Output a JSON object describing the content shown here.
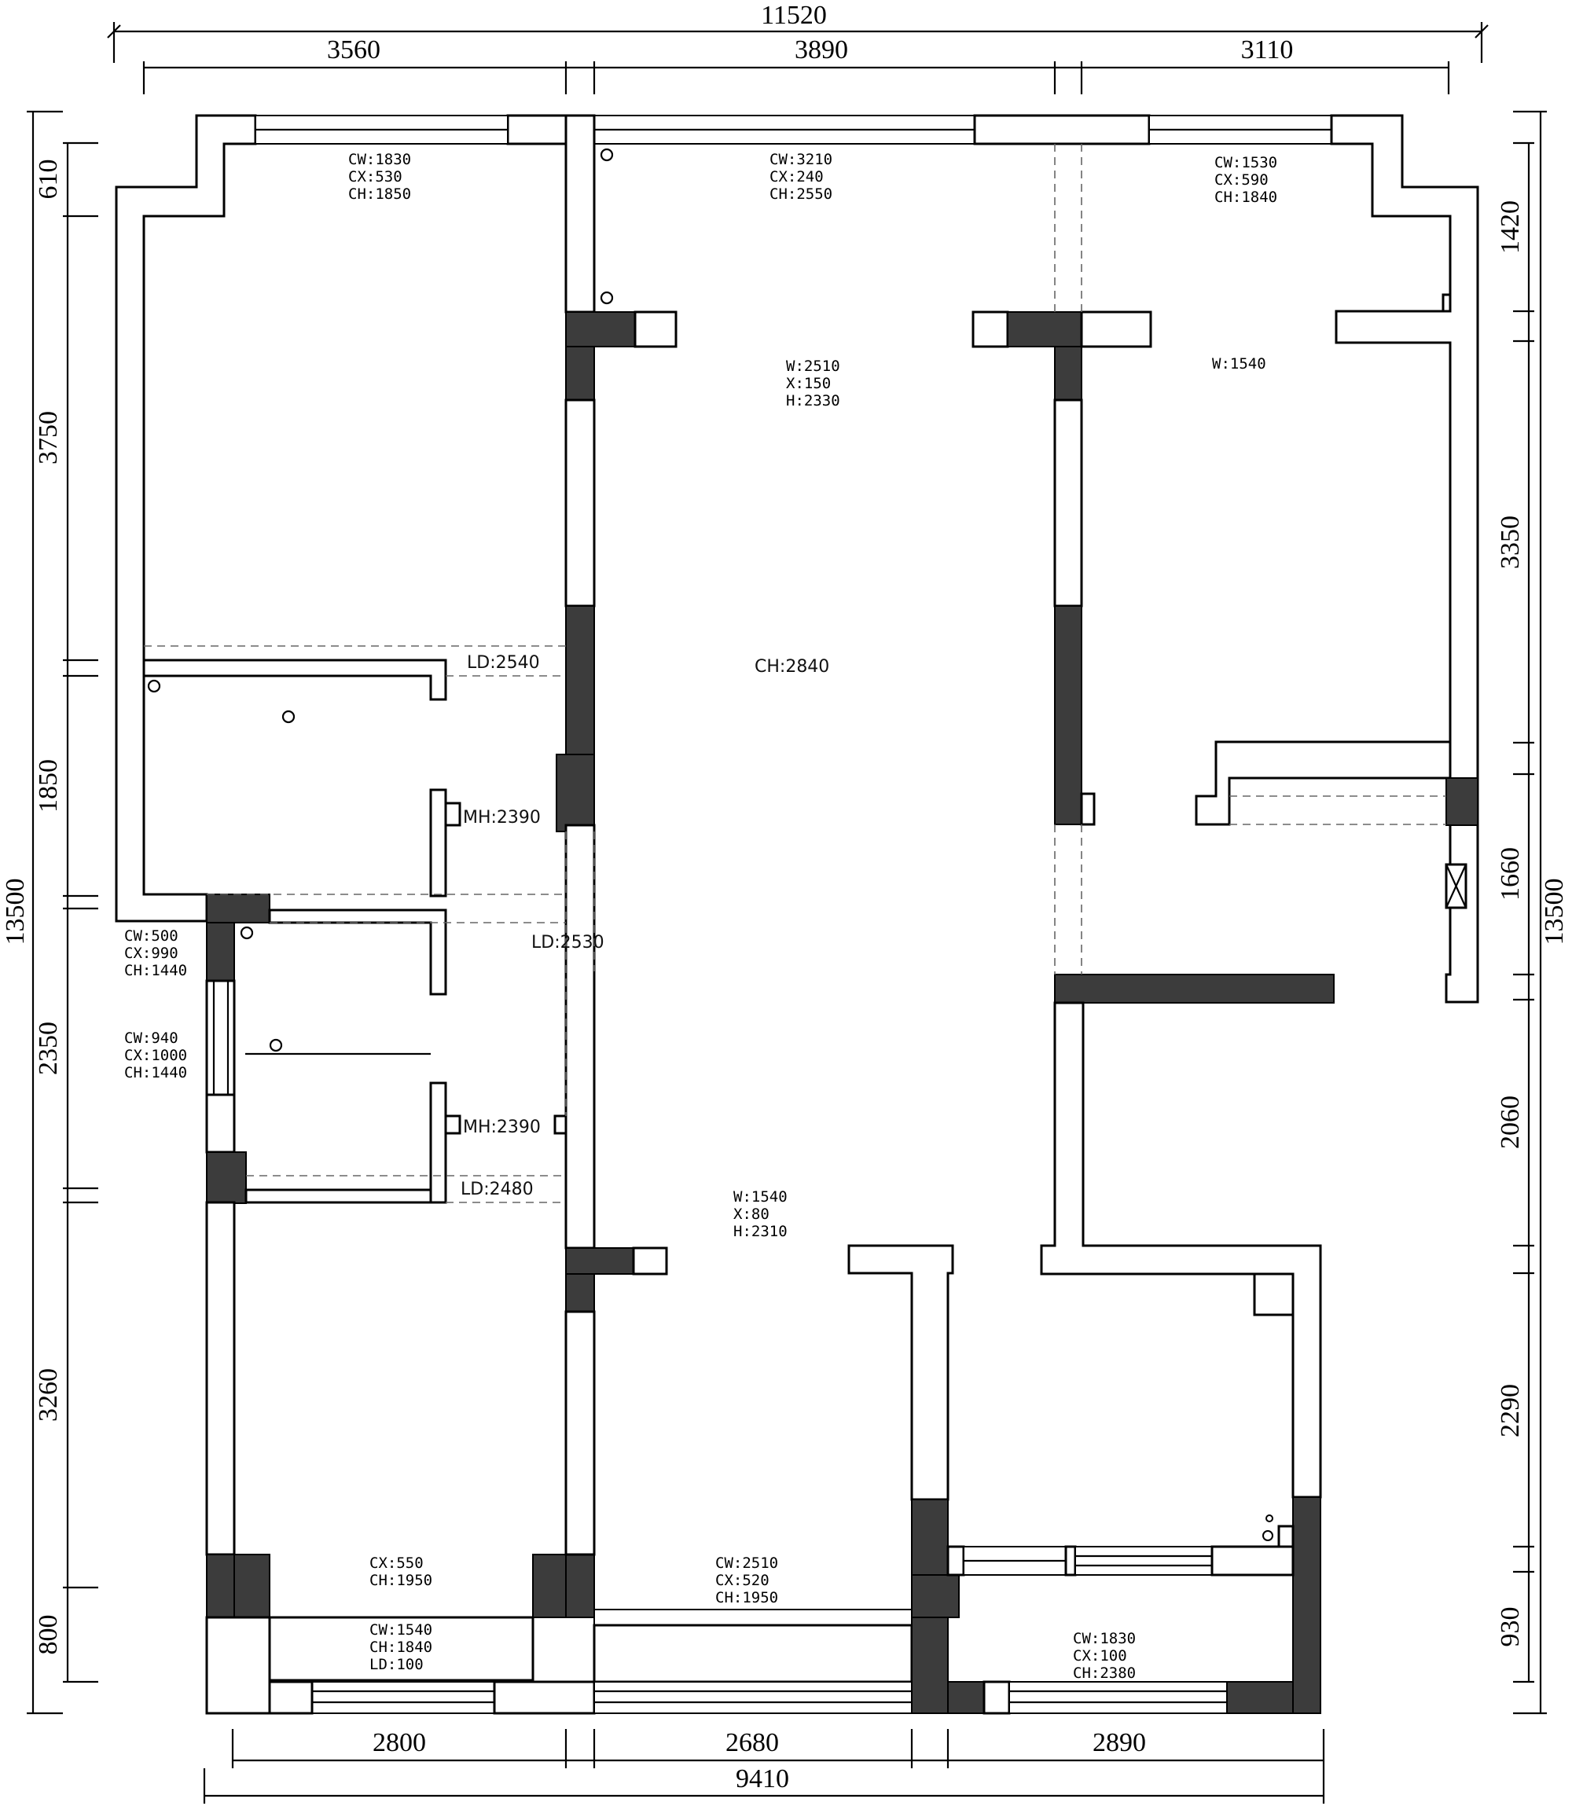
{
  "dimensions": {
    "overall_top": "11520",
    "top_segments": [
      "3560",
      "3890",
      "3110"
    ],
    "overall_bottom": "9410",
    "bottom_segments": [
      "2800",
      "2680",
      "2890"
    ],
    "left_overall": "13500",
    "left_segments": [
      "610",
      "3750",
      "1850",
      "2350",
      "3260",
      "800"
    ],
    "right_overall": "13500",
    "right_segments": [
      "1420",
      "3350",
      "1660",
      "2060",
      "2290",
      "930"
    ]
  },
  "annotations": {
    "nw_window": [
      "CW:1830",
      "CX:530",
      "CH:1850"
    ],
    "n_window": [
      "CW:3210",
      "CX:240",
      "CH:2550"
    ],
    "ne_window": [
      "CW:1530",
      "CX:590",
      "CH:1840"
    ],
    "opening_top_center": [
      "W:2510",
      "X:150",
      "H:2330"
    ],
    "opening_ne": [
      "W:1540"
    ],
    "ceiling_center": "CH:2840",
    "ld_1": "LD:2540",
    "mh_1": "MH:2390",
    "ld_2": "LD:2530",
    "w_window_small": [
      "CW:500",
      "CX:990",
      "CH:1440"
    ],
    "w_window_mid": [
      "CW:940",
      "CX:1000",
      "CH:1440"
    ],
    "mh_2": "MH:2390",
    "ld_3": "LD:2480",
    "opening_lower_center": [
      "W:1540",
      "X:80",
      "H:2310"
    ],
    "sw_window_upper": [
      "CX:550",
      "CH:1950"
    ],
    "sw_window_lower": [
      "CW:1540",
      "CH:1840",
      "LD:100"
    ],
    "s_window": [
      "CW:2510",
      "CX:520",
      "CH:1950"
    ],
    "se_window": [
      "CW:1830",
      "CX:100",
      "CH:2380"
    ]
  }
}
